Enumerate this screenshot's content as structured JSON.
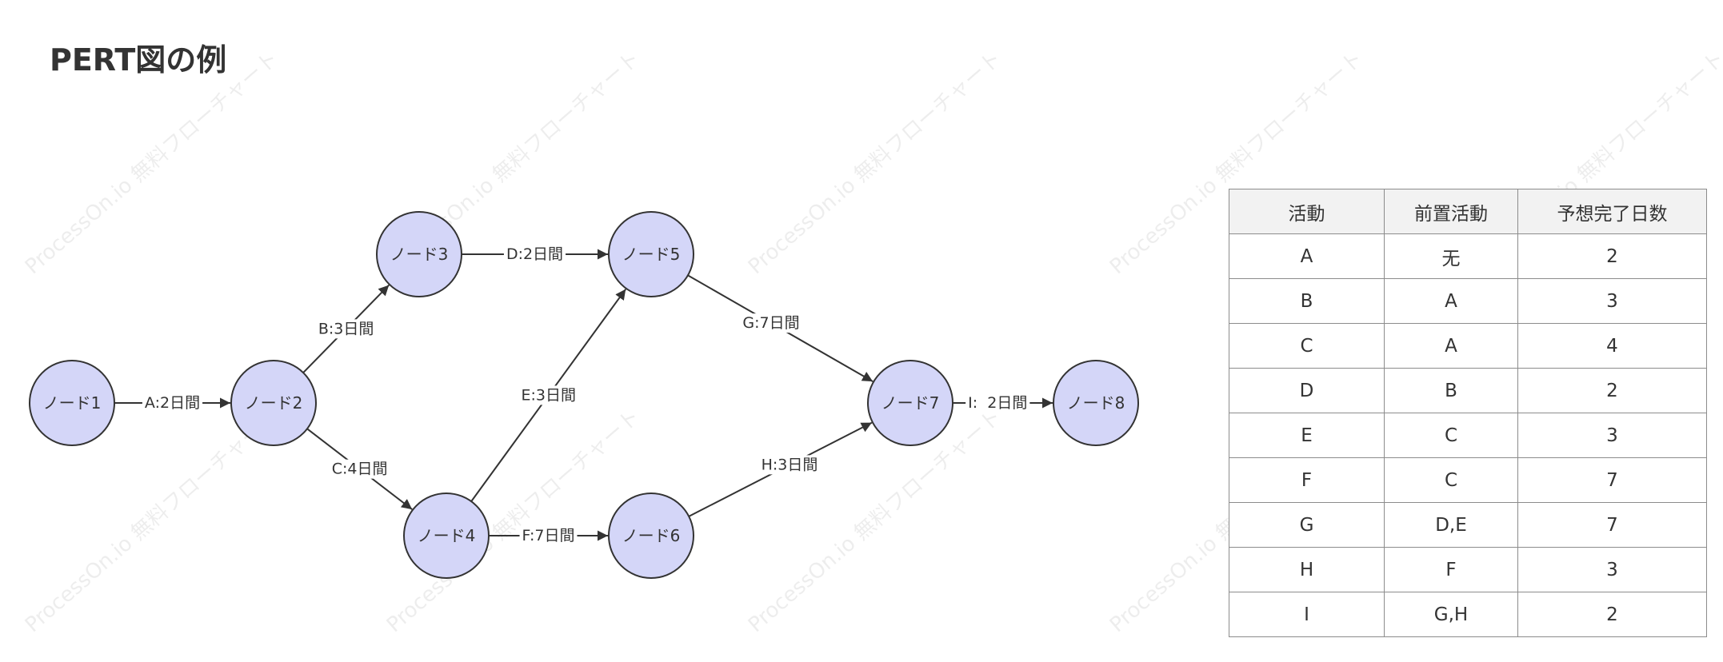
{
  "title": "PERT図の例",
  "watermark": "ProcessOn.io 無料フローチャート",
  "colors": {
    "node_fill": "#d4d6f8",
    "node_stroke": "#333333",
    "edge": "#333333",
    "header_bg": "#f2f2f2",
    "table_border": "#8c8c8c"
  },
  "diagram": {
    "nodes": [
      {
        "id": "n1",
        "label": "ノード1"
      },
      {
        "id": "n2",
        "label": "ノード2"
      },
      {
        "id": "n3",
        "label": "ノード3"
      },
      {
        "id": "n4",
        "label": "ノード4"
      },
      {
        "id": "n5",
        "label": "ノード5"
      },
      {
        "id": "n6",
        "label": "ノード6"
      },
      {
        "id": "n7",
        "label": "ノード7"
      },
      {
        "id": "n8",
        "label": "ノード8"
      }
    ],
    "edges": [
      {
        "from": "n1",
        "to": "n2",
        "label": "A:2日間"
      },
      {
        "from": "n2",
        "to": "n3",
        "label": "B:3日間"
      },
      {
        "from": "n2",
        "to": "n4",
        "label": "C:4日間"
      },
      {
        "from": "n3",
        "to": "n5",
        "label": "D:2日間"
      },
      {
        "from": "n4",
        "to": "n5",
        "label": "E:3日間"
      },
      {
        "from": "n4",
        "to": "n6",
        "label": "F:7日間"
      },
      {
        "from": "n5",
        "to": "n7",
        "label": "G:7日間"
      },
      {
        "from": "n6",
        "to": "n7",
        "label": "H:3日間"
      },
      {
        "from": "n7",
        "to": "n8",
        "label": "I:  2日間"
      }
    ]
  },
  "table": {
    "headers": [
      "活動",
      "前置活動",
      "予想完了日数"
    ],
    "rows": [
      [
        "A",
        "无",
        "2"
      ],
      [
        "B",
        "A",
        "3"
      ],
      [
        "C",
        "A",
        "4"
      ],
      [
        "D",
        "B",
        "2"
      ],
      [
        "E",
        "C",
        "3"
      ],
      [
        "F",
        "C",
        "7"
      ],
      [
        "G",
        "D,E",
        "7"
      ],
      [
        "H",
        "F",
        "3"
      ],
      [
        "I",
        "G,H",
        "2"
      ]
    ]
  }
}
